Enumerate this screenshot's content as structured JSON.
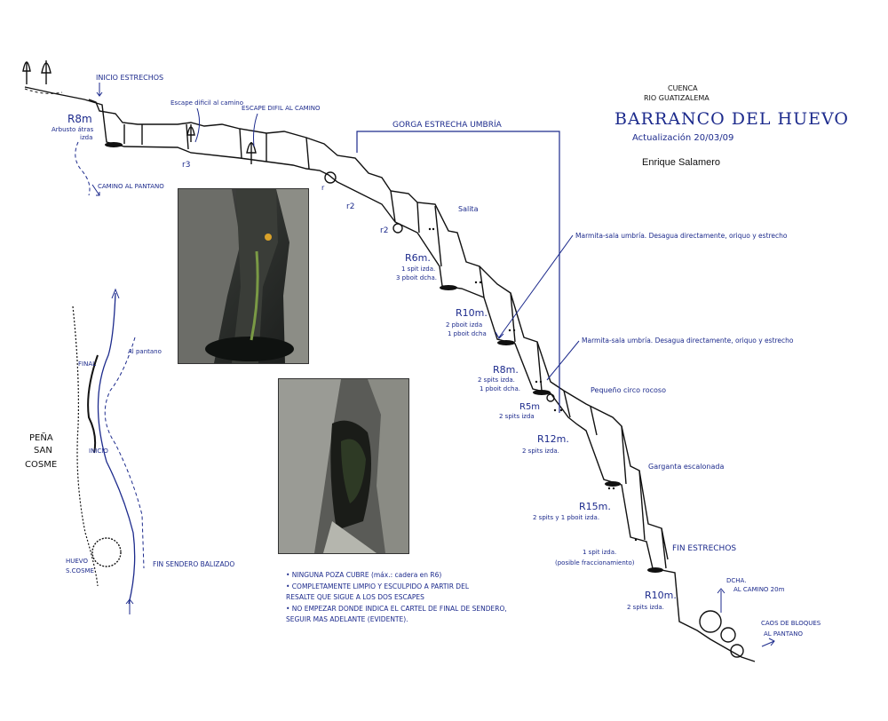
{
  "header": {
    "line1": "CUENCA",
    "line2": "RIO GUATIZALEMA",
    "title": "BARRANCO DEL HUEVO",
    "update": "Actualización 20/03/09",
    "author": "Enrique Salamero"
  },
  "top_labels": {
    "inicio": "INICIO ESTRECHOS",
    "escape1": "Escape dificil al camino",
    "escape2": "ESCAPE DIFIL AL CAMINO",
    "gorga": "GORGA ESTRECHA UMBRÍA",
    "camino_pantano": "CAMINO AL PANTANO"
  },
  "rappels": {
    "r8_top": "R8m",
    "r8_top_note1": "Arbusto átras",
    "r8_top_note2": "izda",
    "r3": "r3",
    "r": "r",
    "r2a": "r2",
    "r2b": "r2",
    "salita": "Salita",
    "r6": "R6m.",
    "r6_n1": "1 spit izda.",
    "r6_n2": "3 pboit dcha.",
    "r10a": "R10m.",
    "r10a_n1": "2 pboit izda",
    "r10a_n2": "1 pboit dcha",
    "r8b": "R8m.",
    "r8b_n1": "2 spits izda.",
    "r8b_n2": "1 pboit dcha.",
    "r5": "R5m",
    "r5_n1": "2 spits izda",
    "r12": "R12m.",
    "r12_n1": "2 spits izda.",
    "r15": "R15m.",
    "r15_n1": "2 spits y 1 pboit izda.",
    "r_frac1": "1 spit izda.",
    "r_frac2": "(posible fraccionamiento)",
    "r10b": "R10m.",
    "r10b_n1": "2 spits izda."
  },
  "right_labels": {
    "marmita1": "Marmita-sala umbría. Desagua directamente, oriquo y estrecho",
    "marmita2": "Marmita-sala umbría. Desagua directamente, oriquo y estrecho",
    "circo": "Pequeño circo rocoso",
    "garganta": "Garganta escalonada",
    "fin": "FIN ESTRECHOS",
    "dcha": "DCHA.",
    "dcha2": "AL CAMINO 20m",
    "caos1": "CAOS DE BLOQUES",
    "caos2": "AL PANTANO"
  },
  "map_labels": {
    "pena1": "PEÑA",
    "pena2": "SAN",
    "pena3": "COSME",
    "final": "FINAL",
    "al_pantano": "Al pantano",
    "inicio": "INICIO",
    "huevo1": "HUEVO",
    "huevo2": "S.COSME",
    "fin_sendero": "FIN SENDERO BALIZADO"
  },
  "notes": [
    "• NINGUNA POZA CUBRE (máx.: cadera en R6)",
    "• COMPLETAMENTE LIMPIO Y ESCULPIDO A PARTIR DEL",
    "  RESALTE QUE SIGUE A LOS DOS ESCAPES",
    "• NO EMPEZAR DONDE INDICA EL CARTEL DE FINAL DE SENDERO,",
    "  SEGUIR MAS ADELANTE (EVIDENTE)."
  ],
  "colors": {
    "ink_blue": "#1c2a8c",
    "ink_black": "#111111"
  }
}
